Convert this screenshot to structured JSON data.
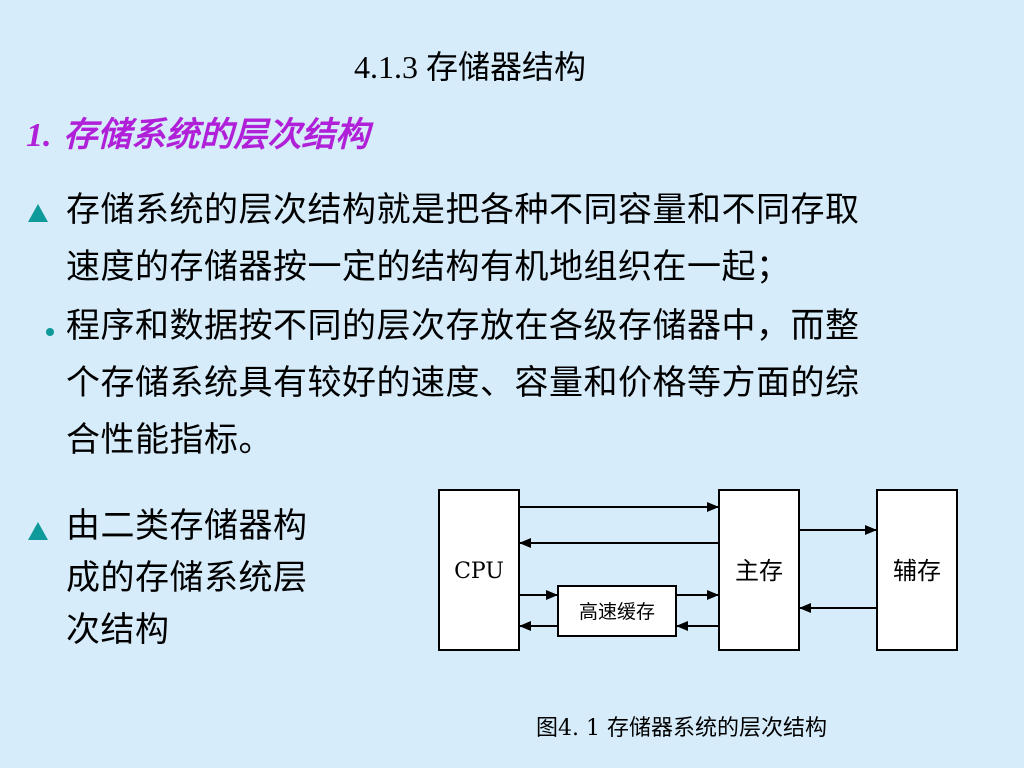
{
  "slide": {
    "title": "4.1.3  存储器结构",
    "section_number": "1.",
    "section_title": "存储系统的层次结构",
    "bullets": [
      {
        "marker": "triangle",
        "text": "存储系统的层次结构就是把各种不同容量和不同存取\n速度的存储器按一定的结构有机地组织在一起；"
      },
      {
        "marker": "dot",
        "text": "程序和数据按不同的层次存放在各级存储器中，而整\n个存储系统具有较好的速度、容量和价格等方面的综\n合性能指标。"
      },
      {
        "marker": "triangle",
        "text": "由二类存储器构\n成的存储系统层\n次结构"
      }
    ],
    "colors": {
      "background": "#d6ecfa",
      "heading": "#b020d8",
      "marker": "#0e9a9a"
    }
  },
  "diagram": {
    "nodes": {
      "cpu": "CPU",
      "cache": "高速缓存",
      "main_memory": "主存",
      "aux_memory": "辅存"
    },
    "caption": "图4. 1  存储器系统的层次结构"
  }
}
